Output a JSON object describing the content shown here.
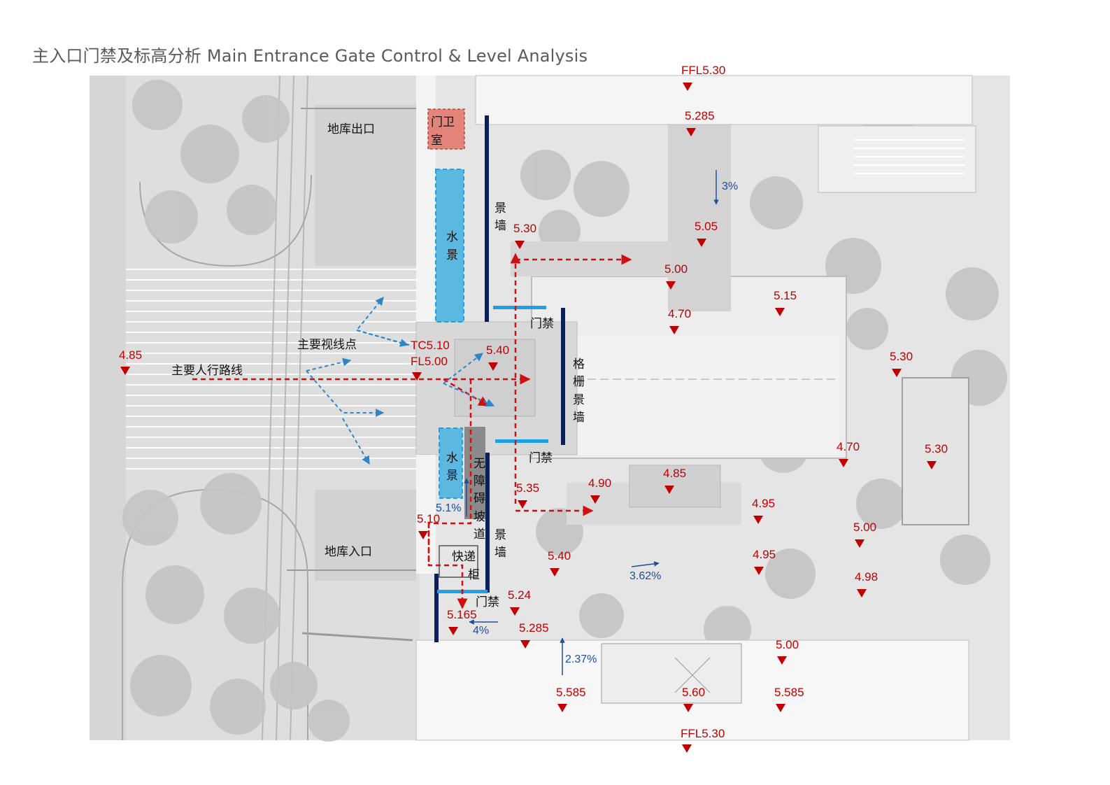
{
  "title": "主入口门禁及标高分析 Main Entrance Gate Control & Level Analysis",
  "colors": {
    "level_marker": "#c00000",
    "landscape_wall": "#0b1f5c",
    "gate": "#1ea0e6",
    "water_feature": "#5bb8e0",
    "guard_house": "#e3857a",
    "slope_arrow": "#1f4e96",
    "sightline": "#2e86c8",
    "pedestrian_route": "#d01010"
  },
  "labels": {
    "garage_exit": "地库出口",
    "garage_entrance": "地库入口",
    "guard_house": [
      "门卫",
      "室"
    ],
    "water_top": [
      "水",
      "景"
    ],
    "water_bottom": [
      "水",
      "景"
    ],
    "landscape_wall_top": [
      "景",
      "墙"
    ],
    "landscape_wall_bottom": [
      "景",
      "墙"
    ],
    "gate_top": "门禁",
    "gate_middle": "门禁",
    "gate_bottom": "门禁",
    "grille_wall": [
      "格",
      "栅",
      "景",
      "墙"
    ],
    "ramp": [
      "无",
      "障",
      "碍",
      "坡",
      "道"
    ],
    "parcel_locker": [
      "快递",
      "柜"
    ],
    "sightline_point": "主要视线点",
    "pedestrian_route": "主要人行路线"
  },
  "levels": {
    "ffl_top": "FFL5.30",
    "l5285_top": "5.285",
    "l530_a": "5.30",
    "l505": "5.05",
    "l500_a": "5.00",
    "l515": "5.15",
    "l470_a": "4.70",
    "l485_left": "4.85",
    "tc": "TC5.10",
    "fl": "FL5.00",
    "l540_a": "5.40",
    "l530_b": "5.30",
    "l470_b": "4.70",
    "l530_c": "5.30",
    "l485": "4.85",
    "l490": "4.90",
    "l535": "5.35",
    "l495_a": "4.95",
    "l500_b": "5.00",
    "l510": "5.10",
    "l540_b": "5.40",
    "l495_b": "4.95",
    "l498": "4.98",
    "l524": "5.24",
    "l5165": "5.165",
    "l5285_bottom": "5.285",
    "l500_c": "5.00",
    "l5585_a": "5.585",
    "l560": "5.60",
    "l5585_b": "5.585",
    "ffl_bottom": "FFL5.30"
  },
  "slopes": {
    "s3": "3%",
    "s51": "5.1%",
    "s362": "3.62%",
    "s4": "4%",
    "s237": "2.37%"
  }
}
